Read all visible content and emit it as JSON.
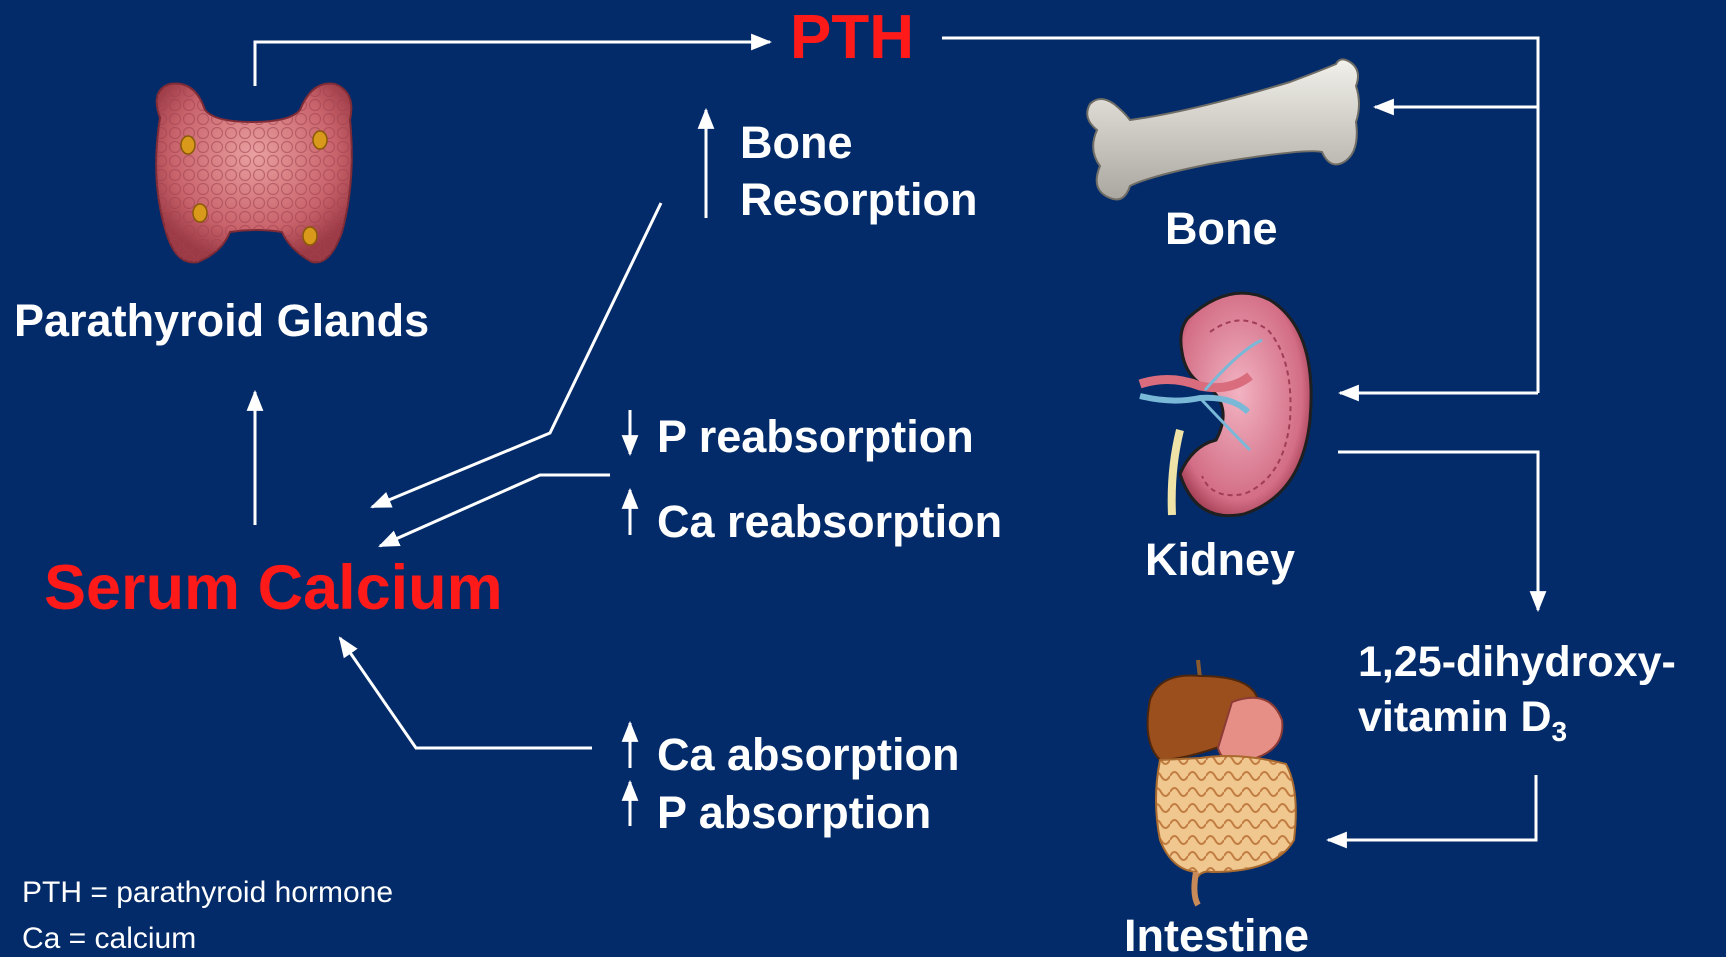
{
  "labels": {
    "pth": "PTH",
    "parathyroid": "Parathyroid Glands",
    "serum_calcium": "Serum Calcium",
    "bone_resorption_line1": "Bone",
    "bone_resorption_line2": "Resorption",
    "bone": "Bone",
    "kidney": "Kidney",
    "intestine": "Intestine",
    "p_reabsorption": "P reabsorption",
    "ca_reabsorption": "Ca reabsorption",
    "ca_absorption": "Ca absorption",
    "p_absorption": "P absorption",
    "vitamin_line1": "1,25-dihydroxy-",
    "vitamin_line2": "vitamin D",
    "vitamin_sub": "3"
  },
  "legend": [
    "PTH = parathyroid hormone",
    "Ca = calcium"
  ],
  "colors": {
    "background": "#032b69",
    "text": "#ffffff",
    "highlight": "#ff1a1a"
  },
  "icons": [
    "parathyroid-gland-icon",
    "bone-icon",
    "kidney-icon",
    "intestine-icon"
  ]
}
